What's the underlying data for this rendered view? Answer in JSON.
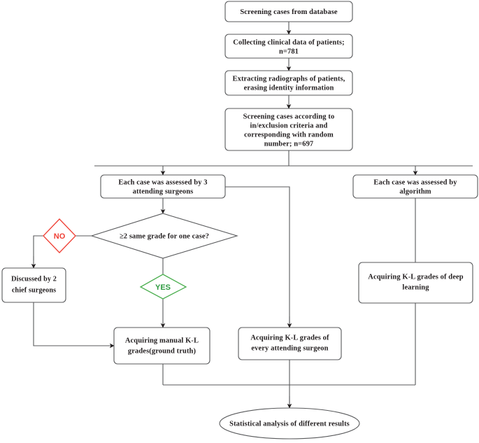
{
  "diagram": {
    "title": "Study workflow flowchart",
    "colors": {
      "node_stroke": "#58595b",
      "text": "#231f20",
      "yes_accent": "#4caf50",
      "no_accent": "#ef4136",
      "background": "#ffffff"
    },
    "nodes": {
      "screening_db": {
        "line1": "Screening cases from database"
      },
      "collecting": {
        "line1": "Collecting clinical data of patients;",
        "line2": "n=781"
      },
      "extracting": {
        "line1": "Extracting radiographs of patients,",
        "line2": "erasing identity information"
      },
      "screening_criteria": {
        "line1": "Screening cases according to",
        "line2": "in/exclusion criteria and",
        "line3": "corresponding with random",
        "line4": "number; n=697"
      },
      "assessed_surgeons": {
        "line1": "Each case was assessed by 3",
        "line2": "attending surgeons"
      },
      "assessed_algorithm": {
        "line1": "Each case was assessed by",
        "line2": "algorithm"
      },
      "decision": {
        "line1": "≥2 same grade for one case?"
      },
      "badge_no": {
        "label": "NO"
      },
      "badge_yes": {
        "label": "YES"
      },
      "discussed": {
        "line1": "Discussed by 2",
        "line2": "chief surgeons"
      },
      "manual_grades": {
        "line1": "Acquiring manual K-L",
        "line2": "grades(ground truth)"
      },
      "every_surgeon_grades": {
        "line1": "Acquiring K-L grades of",
        "line2": "every attending surgeon"
      },
      "deep_learning_grades": {
        "line1": "Acquiring K-L grades of deep",
        "line2": "learning"
      },
      "statistical": {
        "line1": "Statistical analysis of different results"
      }
    }
  }
}
